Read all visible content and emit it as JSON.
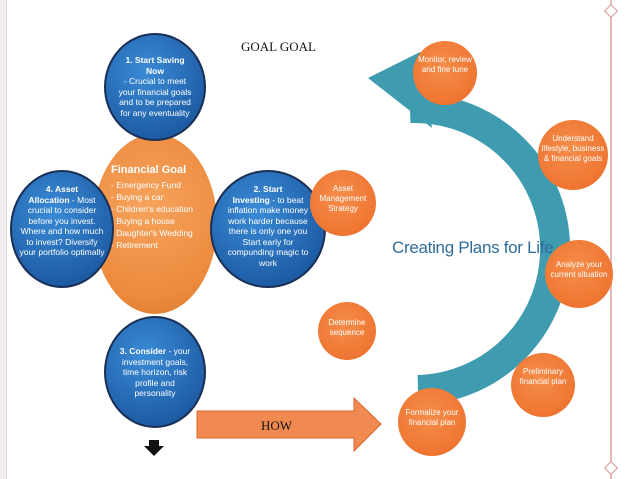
{
  "top_caption": "GOAL GOAL",
  "arrow_label": "HOW",
  "goal_diagram": {
    "center": {
      "title": "Financial Goal",
      "items": [
        "- Emergency Fund",
        "- Buying a car",
        "- Children's education",
        "- Buying a house",
        "- Daughter's Wedding",
        "- Retirement"
      ]
    },
    "top": {
      "title": "1. Start Saving Now",
      "text": "- Crucial to meet your financial goals and to be prepared for any eventuality"
    },
    "right": {
      "title": "2. Start",
      "bold_lead": "Investing",
      "text": "- to beat inflation make money work harder because there is only one you Start early for compunding magic to work"
    },
    "bottom": {
      "title": "3. Consider",
      "text": "- your investment goals, time horizon, risk profile and personality"
    },
    "left": {
      "title": "4. Asset",
      "bold_lead": "Allocation",
      "text": "- Most crucial to consider before you invest. Where and how much to invest? Diversify your portfolio optimally"
    }
  },
  "cycle_diagram": {
    "center_text": "Creating Plans for Life.",
    "steps": [
      "Monitor, review and fine tune",
      "Understand lifestyle, business & financial goals",
      "Analyze your current situation",
      "Preliminary financial plan",
      "Formalize your financial plan",
      "Determine sequence",
      "Asset Management Strategy"
    ]
  },
  "colors": {
    "blue": "#1f5fa8",
    "orange": "#ee7430",
    "teal": "#3f9bb0",
    "arrow": "#f08a50"
  }
}
